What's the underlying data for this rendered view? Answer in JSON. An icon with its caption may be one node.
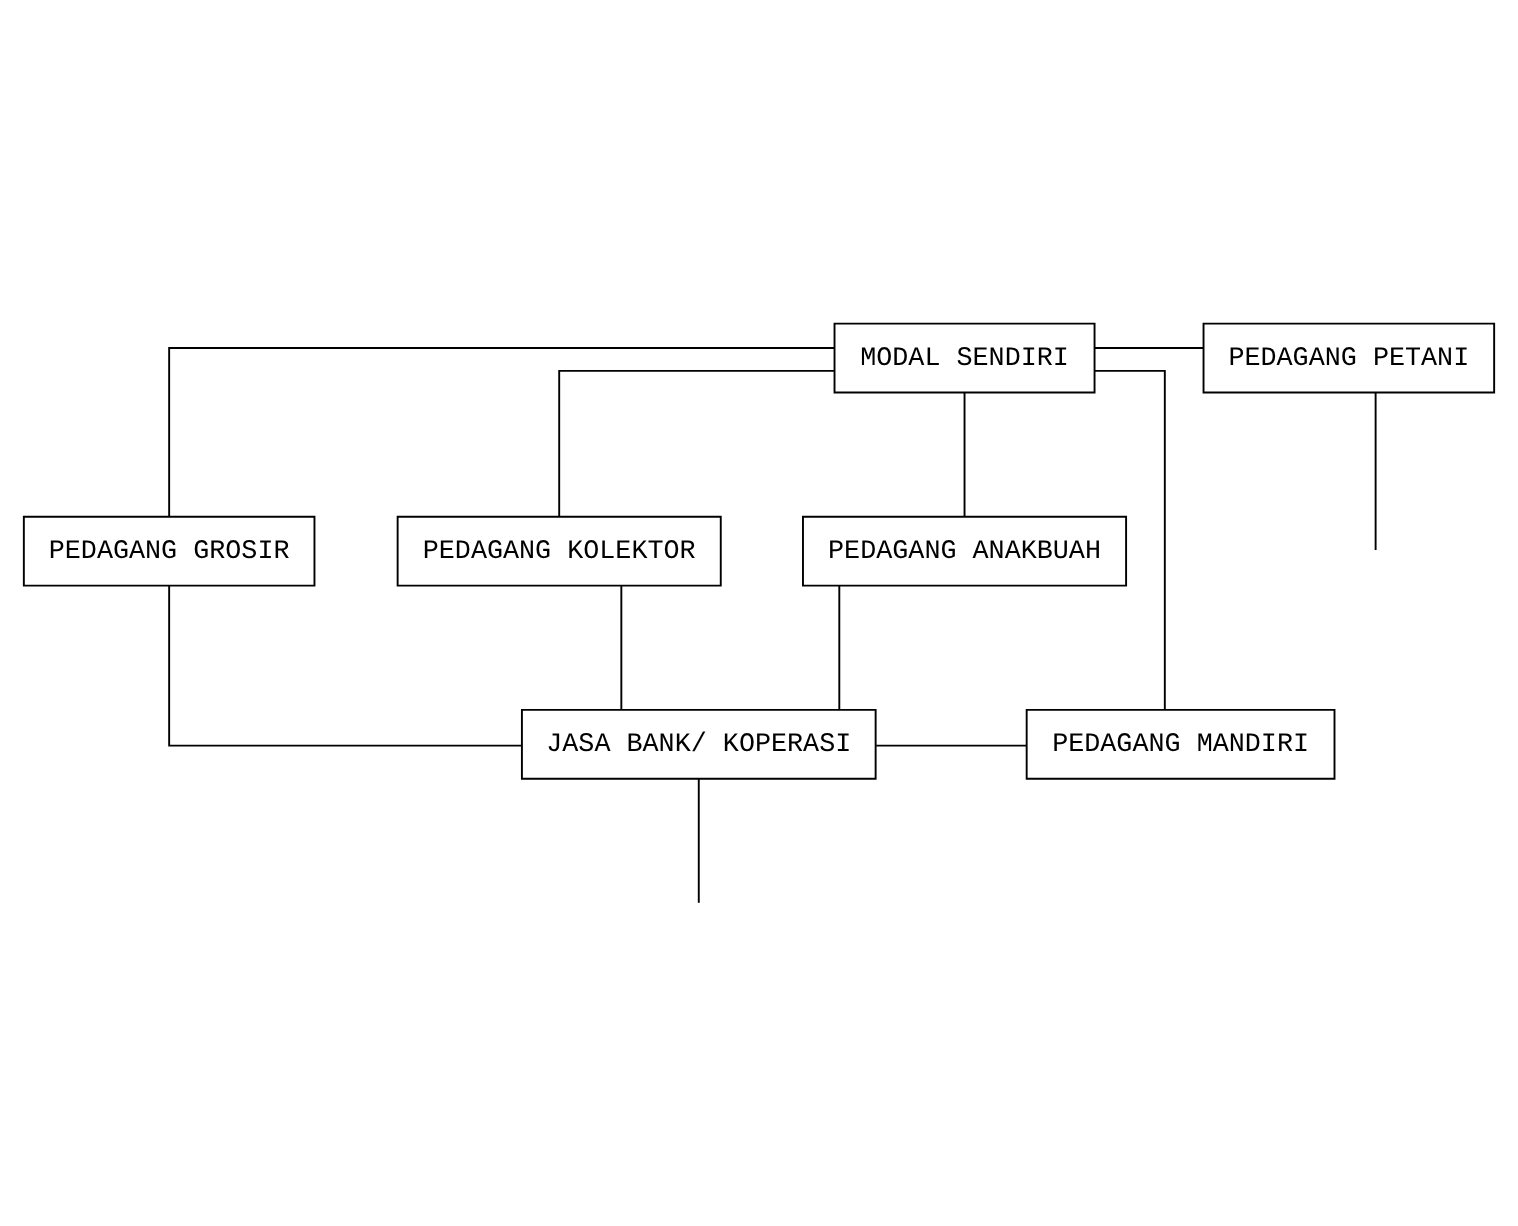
{
  "diagram": {
    "nodes": [
      {
        "text": [
          "MODAL SENDIRI"
        ]
      },
      {
        "text": [
          "PEDAGANG PETANI"
        ]
      },
      {
        "text": [
          "PEDAGANG GROSIR"
        ]
      },
      {
        "text": [
          "PEDAGANG KOLEKTOR"
        ]
      },
      {
        "text": [
          "PEDAGANG ANAKBUAH"
        ]
      },
      {
        "text": [
          "JASA BANK/ KOPERASI"
        ]
      },
      {
        "text": [
          "PEDAGANG MANDIRI"
        ]
      }
    ],
    "edges": [
      {
        "from": 0,
        "to": 1,
        "arrow": "none"
      },
      {
        "from": 1,
        "to": null,
        "arrow": "none"
      },
      {
        "from": 0,
        "to": 2,
        "arrow": "none"
      },
      {
        "from": 0,
        "to": 3,
        "arrow": "none"
      },
      {
        "from": 0,
        "to": 4,
        "arrow": "none"
      },
      {
        "from": 0,
        "to": 6,
        "arrow": "none"
      },
      {
        "from": 2,
        "to": 5,
        "arrow": "none"
      },
      {
        "from": 3,
        "to": 5,
        "arrow": "none"
      },
      {
        "from": 4,
        "to": 5,
        "arrow": "none"
      },
      {
        "from": 5,
        "to": 6,
        "arrow": "none"
      },
      {
        "from": 5,
        "to": null,
        "arrow": "none"
      }
    ]
  }
}
